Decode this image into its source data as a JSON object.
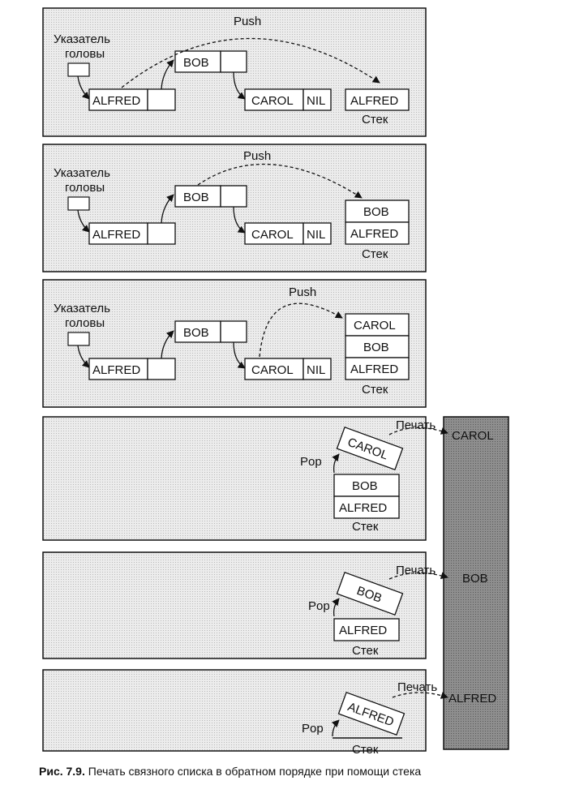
{
  "labels": {
    "head_pointer_line1": "Указатель",
    "head_pointer_line2": "головы",
    "push": "Push",
    "pop": "Pop",
    "print": "Печать",
    "stack": "Стек",
    "nil": "NIL"
  },
  "nodes": [
    "ALFRED",
    "BOB",
    "CAROL"
  ],
  "panels": [
    {
      "kind": "push",
      "stack": [
        "ALFRED"
      ]
    },
    {
      "kind": "push",
      "stack": [
        "ALFRED",
        "BOB"
      ]
    },
    {
      "kind": "push",
      "stack": [
        "ALFRED",
        "BOB",
        "CAROL"
      ]
    },
    {
      "kind": "pop",
      "popped": "CAROL",
      "stack": [
        "ALFRED",
        "BOB"
      ]
    },
    {
      "kind": "pop",
      "popped": "BOB",
      "stack": [
        "ALFRED"
      ]
    },
    {
      "kind": "pop",
      "popped": "ALFRED",
      "stack": []
    }
  ],
  "output": [
    "CAROL",
    "BOB",
    "ALFRED"
  ],
  "caption": {
    "figure": "Рис. 7.9.",
    "text": "Печать связного списка в обратном порядке при помощи стека"
  },
  "colors": {
    "panel_bg": "#e6e6e6",
    "output_bg": "#8a8a8a",
    "stroke": "#111111"
  }
}
